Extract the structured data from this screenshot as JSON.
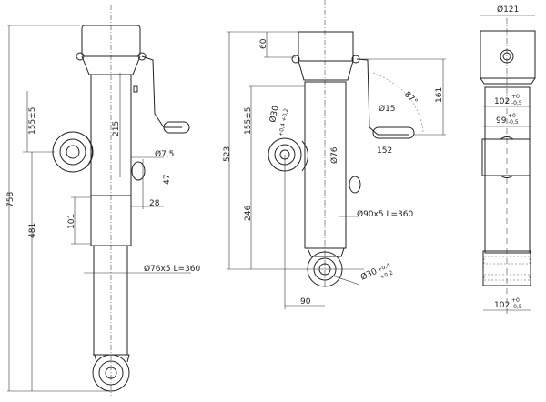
{
  "views": {
    "left": {
      "dims": {
        "d155": "155±5",
        "d758": "758",
        "d481": "481",
        "d215": "215",
        "d101": "101",
        "d_pin": "Ø7,5",
        "d47": "47",
        "d28": "28",
        "d_tube": "Ø76x5 L=360"
      }
    },
    "middle": {
      "dims": {
        "d60": "60",
        "d523": "523",
        "d155": "155±5",
        "d_eye_top": "Ø30",
        "d_eye_top_tol": "+0,4 +0,2",
        "d76": "Ø76",
        "d246": "246",
        "d_tube": "Ø90x5 L=360",
        "d_eye_bottom": "Ø30",
        "d_eye_bottom_tol_upper": "+0,4",
        "d_eye_bottom_tol_lower": "+0,2",
        "d90": "90",
        "d15": "Ø15",
        "d152": "152",
        "d_angle": "87°",
        "d161": "161"
      }
    },
    "right": {
      "dims": {
        "d121": "Ø121",
        "d102_top": "102",
        "d102_top_tol_upper": "+0",
        "d102_top_tol_lower": "-0,5",
        "d99": "99",
        "d99_tol_upper": "+0",
        "d99_tol_lower": "-0,5",
        "d102_bottom": "102",
        "d102_bottom_tol_upper": "+0",
        "d102_bottom_tol_lower": "-0,5"
      }
    }
  }
}
